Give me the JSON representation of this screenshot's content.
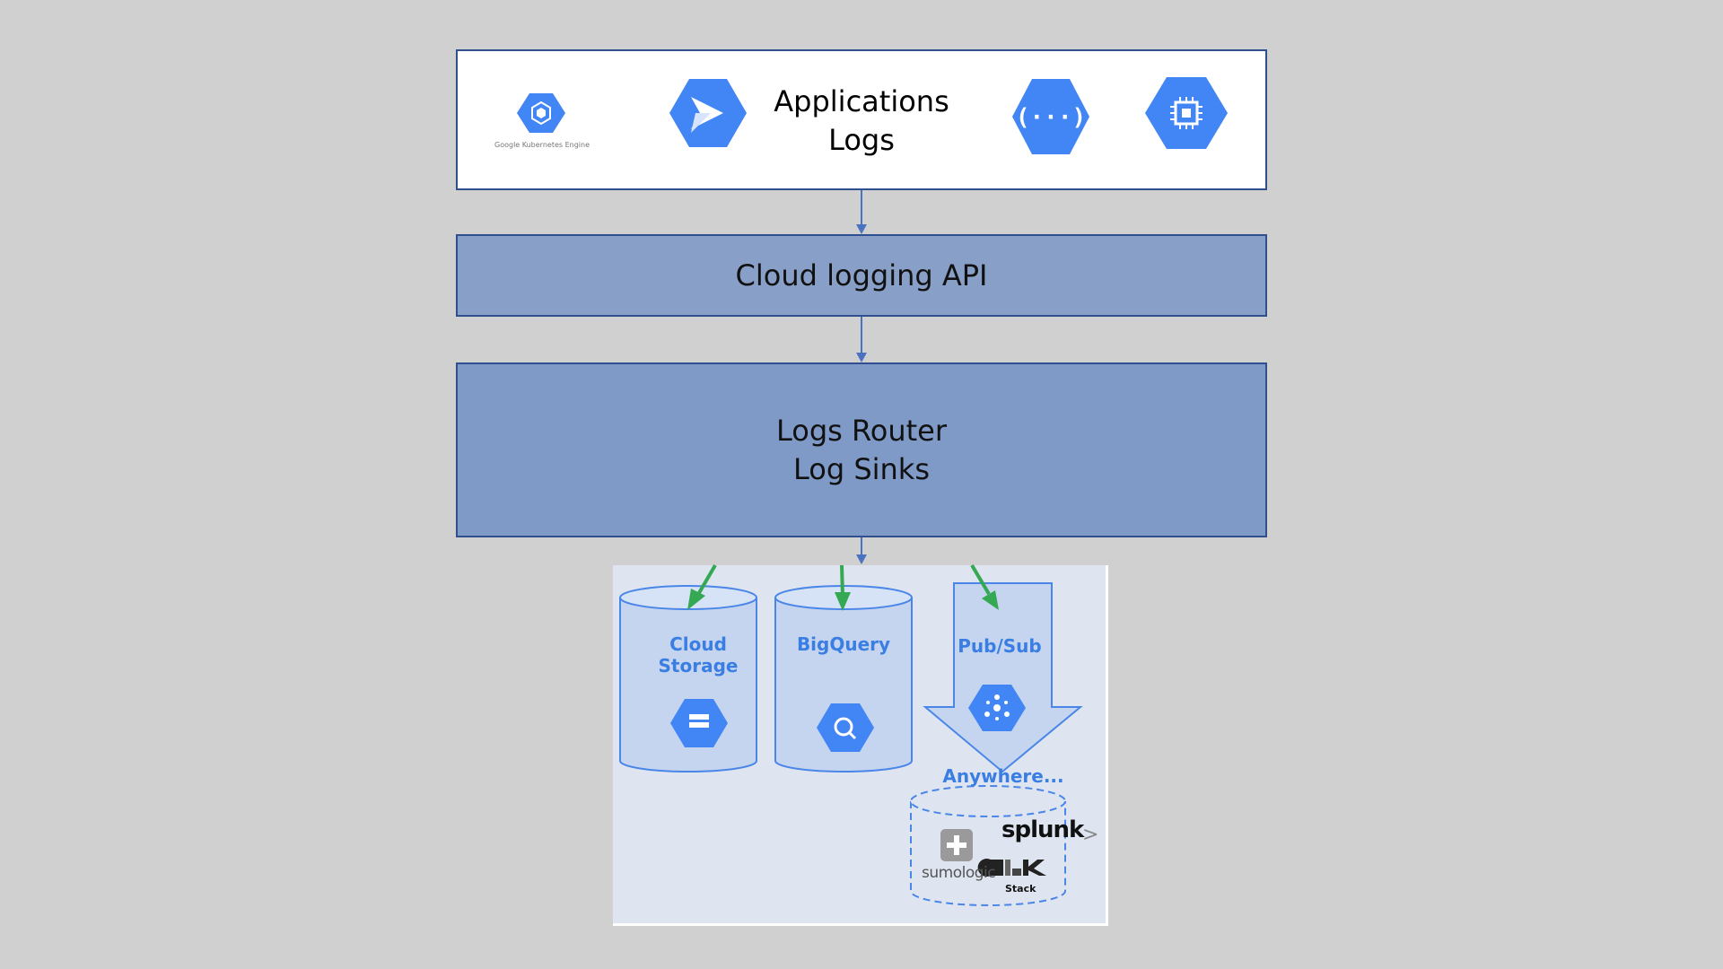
{
  "applications": {
    "title_line1": "Applications",
    "title_line2": "Logs",
    "gke_caption": "Google Kubernetes Engine",
    "icons": [
      "kubernetes-engine-icon",
      "cloud-run-icon",
      "cloud-functions-icon",
      "compute-engine-icon"
    ]
  },
  "api": {
    "label": "Cloud logging API"
  },
  "router": {
    "line1": "Logs Router",
    "line2": "Log Sinks"
  },
  "destinations": {
    "cloud_storage_line1": "Cloud",
    "cloud_storage_line2": "Storage",
    "bigquery": "BigQuery",
    "pubsub": "Pub/Sub",
    "anywhere": "Anywhere...",
    "sumologic": "sumologic",
    "splunk": "splunk",
    "elk": "Stack"
  },
  "colors": {
    "background": "#d1d0d0",
    "gcp_blue": "#4285f4",
    "label_blue": "#3a7ee3",
    "arrow_green": "#34a853",
    "api_box": "#889fc8",
    "router_box": "#7f9ac7"
  }
}
